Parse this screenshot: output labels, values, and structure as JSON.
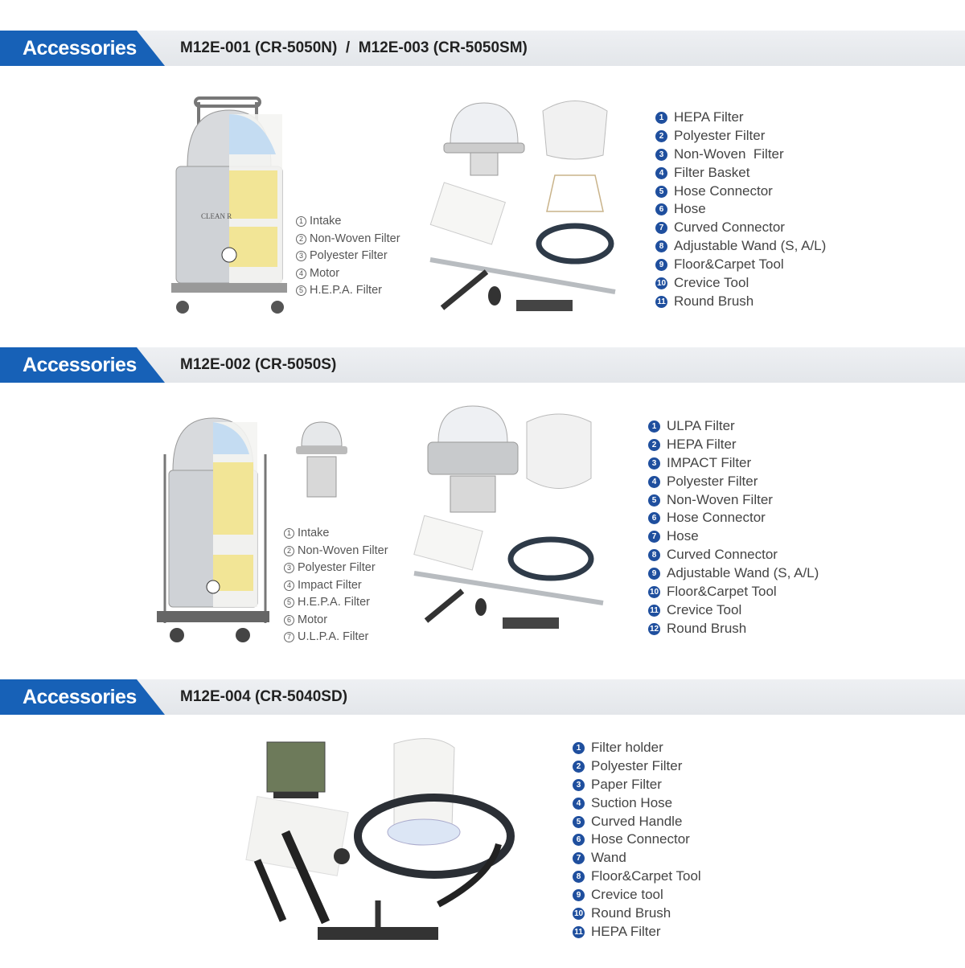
{
  "sections": [
    {
      "tag": "Accessories",
      "model": "M12E-001 (CR-5050N)  /  M12E-003 (CR-5050SM)",
      "parts": [
        "Intake",
        "Non-Woven Filter",
        "Polyester Filter",
        "Motor",
        "H.E.P.A. Filter"
      ],
      "accessories": [
        "HEPA Filter",
        "Polyester Filter",
        "Non-Woven  Filter",
        "Filter Basket",
        "Hose Connector",
        "Hose",
        "Curved Connector",
        "Adjustable Wand (S, A/L)",
        "Floor&Carpet Tool",
        "Crevice Tool",
        "Round Brush"
      ]
    },
    {
      "tag": "Accessories",
      "model": "M12E-002 (CR-5050S)",
      "parts": [
        "Intake",
        "Non-Woven Filter",
        "Polyester Filter",
        "Impact Filter",
        "H.E.P.A. Filter",
        "Motor",
        "U.L.P.A. Filter"
      ],
      "accessories": [
        "ULPA Filter",
        "HEPA Filter",
        "IMPACT Filter",
        "Polyester Filter",
        "Non-Woven Filter",
        "Hose Connector",
        "Hose",
        "Curved Connector",
        "Adjustable Wand (S, A/L)",
        "Floor&Carpet Tool",
        "Crevice Tool",
        "Round Brush"
      ]
    },
    {
      "tag": "Accessories",
      "model": "M12E-004 (CR-5040SD)",
      "accessories": [
        "Filter holder",
        "Polyester Filter",
        "Paper Filter",
        "Suction Hose",
        "Curved Handle",
        "Hose Connector",
        "Wand",
        "Floor&Carpet Tool",
        "Crevice tool",
        "Round Brush",
        "HEPA Filter"
      ]
    }
  ],
  "machine_label": "CLEAN R",
  "colors": {
    "accent": "#1761b7",
    "number_badge": "#1f4f9e"
  }
}
